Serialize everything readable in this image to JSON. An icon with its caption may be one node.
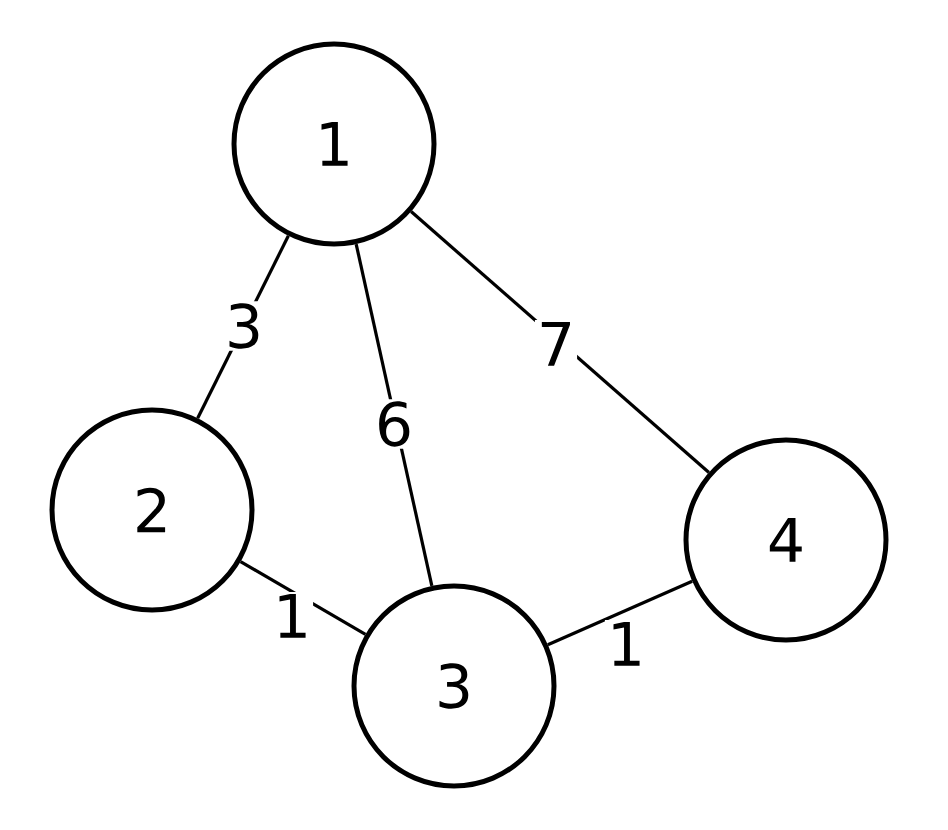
{
  "diagram": {
    "nodes": [
      {
        "text": [
          "1"
        ]
      },
      {
        "text": [
          "2"
        ]
      },
      {
        "text": [
          "3"
        ]
      },
      {
        "text": [
          "4"
        ]
      }
    ],
    "edges": [
      {
        "from": 0,
        "to": 1,
        "arrow": "none",
        "label": "3"
      },
      {
        "from": 0,
        "to": 2,
        "arrow": "none",
        "label": "6"
      },
      {
        "from": 0,
        "to": 3,
        "arrow": "none",
        "label": "7"
      },
      {
        "from": 1,
        "to": 2,
        "arrow": "none",
        "label": "1"
      },
      {
        "from": 2,
        "to": 3,
        "arrow": "none",
        "label": "1"
      }
    ]
  }
}
